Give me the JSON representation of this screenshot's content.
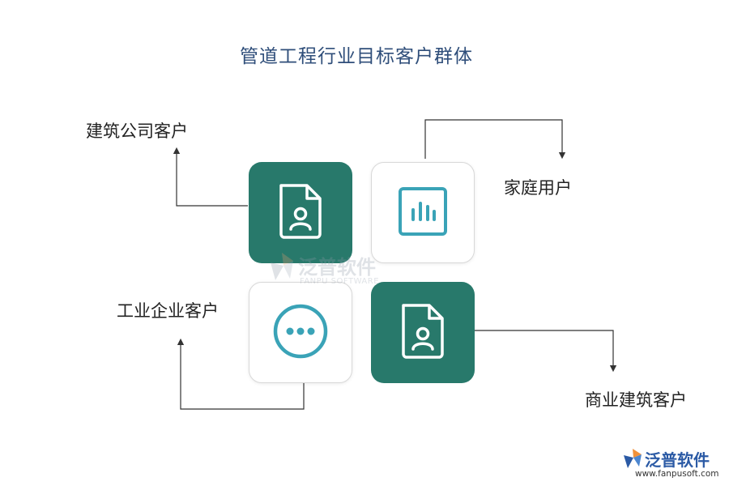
{
  "title": "管道工程行业目标客户群体",
  "groups": [
    {
      "label": "建筑公司客户",
      "icon": "user-document-icon",
      "tile_style": "dark"
    },
    {
      "label": "家庭用户",
      "icon": "bar-chart-scan-icon",
      "tile_style": "light"
    },
    {
      "label": "工业企业客户",
      "icon": "ellipsis-circle-icon",
      "tile_style": "light"
    },
    {
      "label": "商业建筑客户",
      "icon": "user-document-icon",
      "tile_style": "dark"
    }
  ],
  "colors": {
    "tile_dark": "#28796b",
    "icon_teal": "#3aa3b7",
    "title": "#2f4e7a",
    "connector": "#333333"
  },
  "watermark": {
    "name": "泛普软件",
    "subtitle": "FANPU SOFTWARE"
  },
  "brand": {
    "name": "泛普软件",
    "url": "www.fanpusoft.com"
  }
}
